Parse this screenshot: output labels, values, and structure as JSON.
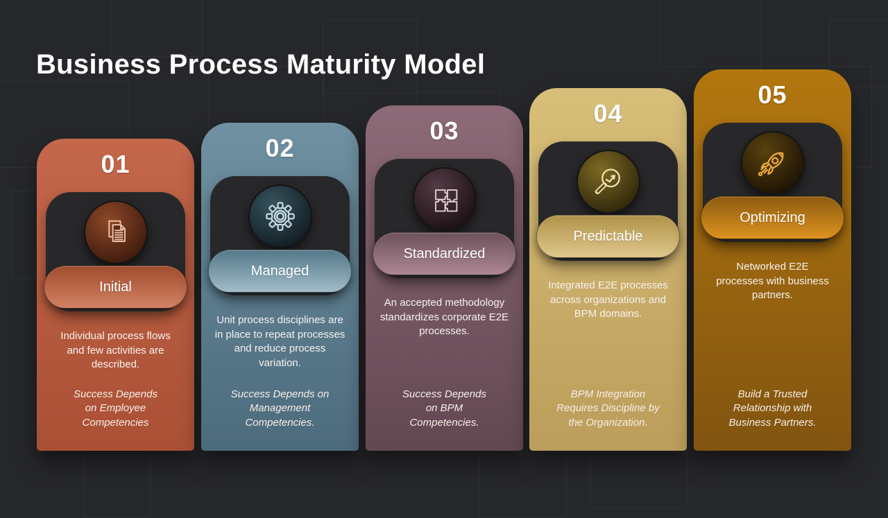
{
  "slide": {
    "title": "Business Process Maturity Model"
  },
  "stages": [
    {
      "number": "01",
      "label": "Initial",
      "icon": "documents-icon",
      "description": "Individual process flows and few activities are described.",
      "note": "Success Depends on Employee Competencies"
    },
    {
      "number": "02",
      "label": "Managed",
      "icon": "gear-icon",
      "description": "Unit process disciplines are in place to repeat processes and reduce process variation.",
      "note": "Success Depends on Management Competencies."
    },
    {
      "number": "03",
      "label": "Standardized",
      "icon": "puzzle-icon",
      "description": "An accepted methodology standardizes corporate E2E processes.",
      "note": "Success Depends on BPM Competencies."
    },
    {
      "number": "04",
      "label": "Predictable",
      "icon": "magnifier-icon",
      "description": "Integrated E2E processes across organizations and BPM domains.",
      "note": "BPM Integration Requires Discipline by the Organization."
    },
    {
      "number": "05",
      "label": "Optimizing",
      "icon": "rocket-icon",
      "description": "Networked E2E processes with business partners.",
      "note": "Build a Trusted Relationship with Business Partners."
    }
  ],
  "palette": {
    "background": "#26272a",
    "inner_panel": "#28282b",
    "text": "#f7f2ee",
    "stage_body_colors": [
      "#b65538",
      "#527183",
      "#6b4f58",
      "#c8a965",
      "#8a5a13"
    ],
    "stage_pill_colors": [
      "#d28263",
      "#a2bcc8",
      "#ad8795",
      "#dfc78b",
      "#dd921f"
    ]
  }
}
